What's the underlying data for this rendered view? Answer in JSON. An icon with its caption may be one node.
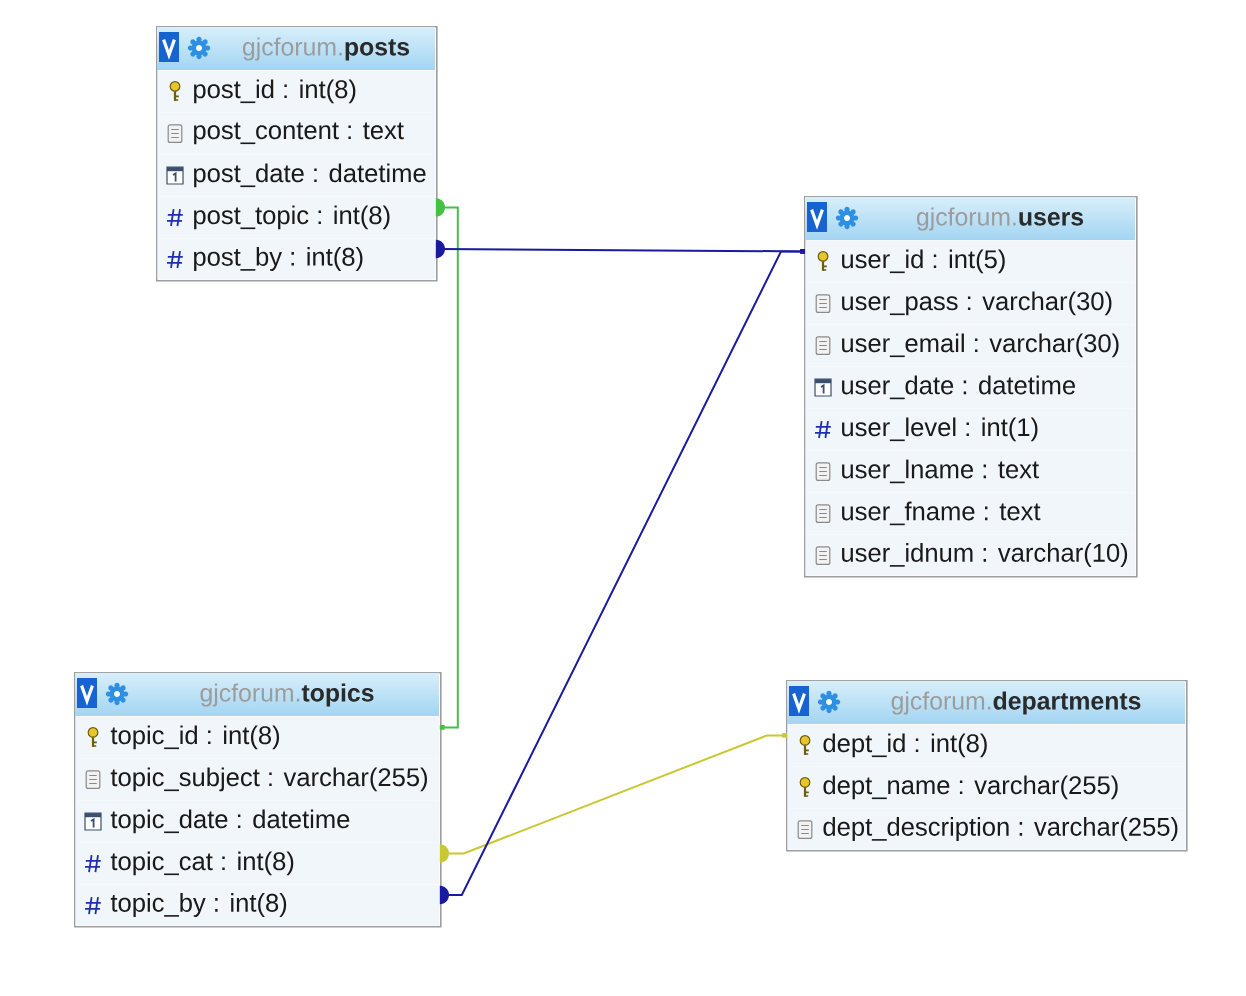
{
  "diagram": {
    "nodes": [
      {
        "text": [
          "gjcforum.**posts**"
        ]
      },
      {
        "text": [
          "post_id : int(8)"
        ],
        "in": 0
      },
      {
        "text": [
          "post_content : text"
        ],
        "in": 0
      },
      {
        "text": [
          "post_date : datetime"
        ],
        "in": 0
      },
      {
        "text": [
          "post_topic : int(8)"
        ],
        "in": 0
      },
      {
        "text": [
          "post_by : int(8)"
        ],
        "in": 0
      },
      {
        "text": [
          "gjcforum.**users**"
        ]
      },
      {
        "text": [
          "user_id : int(5)"
        ],
        "in": 6
      },
      {
        "text": [
          "user_pass : varchar(30)"
        ],
        "in": 6
      },
      {
        "text": [
          "user_email : varchar(30)"
        ],
        "in": 6
      },
      {
        "text": [
          "user_date : datetime"
        ],
        "in": 6
      },
      {
        "text": [
          "user_level : int(1)"
        ],
        "in": 6
      },
      {
        "text": [
          "user_lname : text"
        ],
        "in": 6
      },
      {
        "text": [
          "user_fname : text"
        ],
        "in": 6
      },
      {
        "text": [
          "user_idnum : varchar(10)"
        ],
        "in": 6
      },
      {
        "text": [
          "gjcforum.**topics**"
        ]
      },
      {
        "text": [
          "topic_id : int(8)"
        ],
        "in": 15
      },
      {
        "text": [
          "topic_subject : varchar(255)"
        ],
        "in": 15
      },
      {
        "text": [
          "topic_date : datetime"
        ],
        "in": 15
      },
      {
        "text": [
          "topic_cat : int(8)"
        ],
        "in": 15
      },
      {
        "text": [
          "topic_by : int(8)"
        ],
        "in": 15
      },
      {
        "text": [
          "gjcforum.**departments**"
        ]
      },
      {
        "text": [
          "dept_id : int(8)"
        ],
        "in": 21
      },
      {
        "text": [
          "dept_name : varchar(255)"
        ],
        "in": 21
      },
      {
        "text": [
          "dept_description : varchar(255)"
        ],
        "in": 21
      }
    ],
    "edges": [
      {
        "from": 4,
        "to": 16,
        "arrow": "other",
        "color": "#44c044"
      },
      {
        "from": 5,
        "to": 7,
        "arrow": "other"
      },
      {
        "from": 19,
        "to": 22,
        "arrow": "other",
        "color": "#c8c832"
      },
      {
        "from": 20,
        "to": 7,
        "arrow": "other"
      }
    ]
  }
}
